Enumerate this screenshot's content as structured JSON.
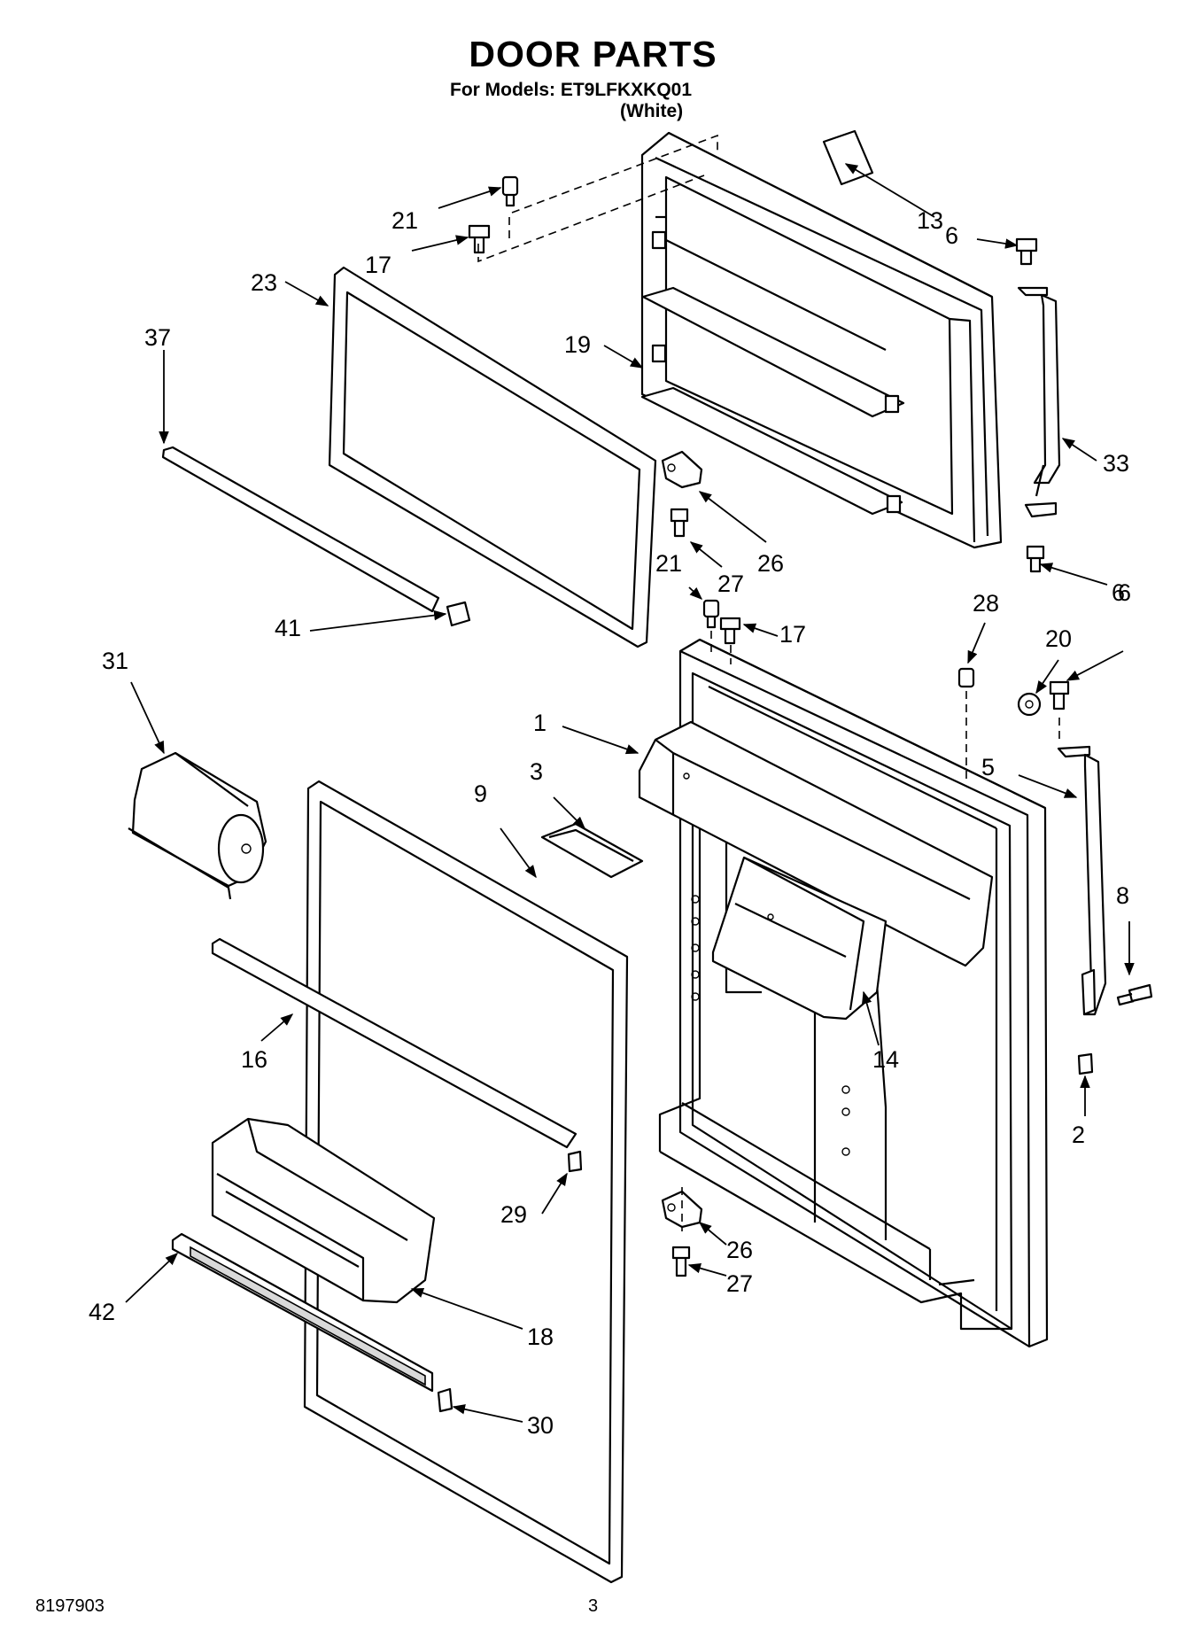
{
  "header": {
    "title": "DOOR PARTS",
    "subtitle": "For Models: ET9LFKXKQ01",
    "variant": "(White)"
  },
  "footer": {
    "doc_number": "8197903",
    "page_number": "3"
  },
  "callouts": [
    "1",
    "2",
    "3",
    "5",
    "6",
    "6",
    "6",
    "8",
    "9",
    "13",
    "14",
    "16",
    "17",
    "17",
    "18",
    "19",
    "20",
    "21",
    "21",
    "23",
    "26",
    "26",
    "27",
    "27",
    "28",
    "29",
    "30",
    "31",
    "33",
    "37",
    "41",
    "42"
  ]
}
